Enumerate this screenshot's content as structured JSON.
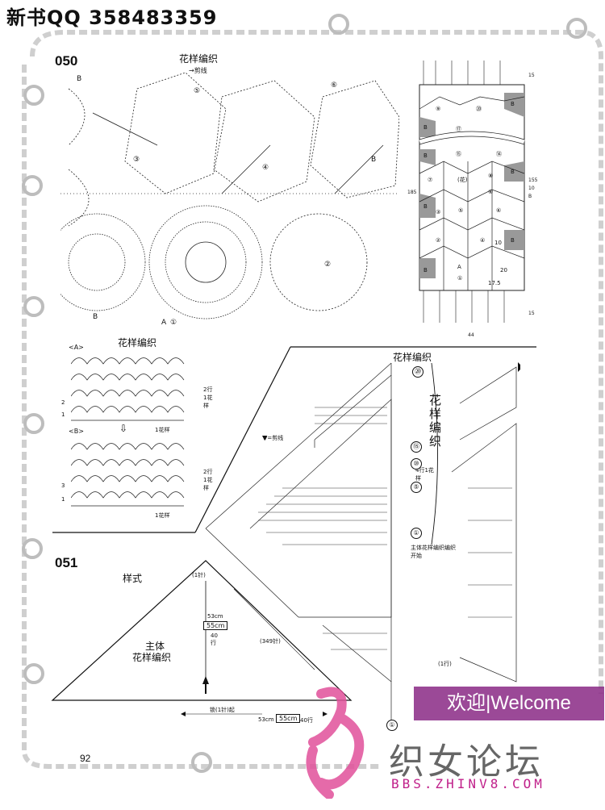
{
  "header": {
    "title": "新书QQ 358483359"
  },
  "page_number": "92",
  "section_050": {
    "number": "050",
    "pattern_title": "花样编织",
    "cut_line_note": "剪线",
    "motif_labels": [
      "B",
      "③",
      "④",
      "⑤",
      "⑥",
      "B",
      "B",
      "②",
      "A",
      "①"
    ],
    "stitch_chart_title": "花样编织",
    "chart_a_label": "<A>",
    "chart_b_label": "<B>",
    "repeat_note_a": "2行1花样",
    "repeat_note_b": "2行1花样",
    "one_pattern": "1花样",
    "row_marks": [
      "2",
      "1",
      "3",
      "1"
    ],
    "layout": {
      "cells": [
        "⑨",
        "⑳",
        "B",
        "B",
        "⑰",
        "B",
        "⑮",
        "⑭",
        "⑦",
        "(花)",
        "⑧",
        "⑥",
        "B",
        "B",
        "③",
        "⑤",
        "⑥",
        "②",
        "④",
        "10",
        "B",
        "A",
        "①",
        "20",
        "17.5",
        "B"
      ],
      "dim_top": "15",
      "dim_height_total": "185",
      "dim_right": "155",
      "dim_right_sub": "10",
      "dim_right_sub2": "B",
      "dim_bottom": "15",
      "dim_width": "44"
    }
  },
  "section_051": {
    "number": "051",
    "style_title": "样式",
    "body_label_1": "主体",
    "body_label_2": "花样编织",
    "top_note": "(1针)",
    "dim_53cm": "53cm",
    "dim_55cm": "55cm",
    "dim_40rows": "40行",
    "side_stitches": "(349针)",
    "start_note": "锁(1针)起",
    "bottom_53cm": "53cm",
    "bottom_55cm": "55cm",
    "bottom_40rows": "40行",
    "chart_title": "花样编织",
    "vertical_label": "花样编织",
    "cut_line_note": "剪线",
    "repeat_note": "4行1花样",
    "start_note_2": "主体花样编织编织开始",
    "row_labels": [
      "⑳",
      "⑮",
      "⑩",
      "⑤",
      "①"
    ],
    "one_row": "(1行)",
    "bottom_circle": "①"
  },
  "watermark": {
    "banner": "欢迎|Welcome",
    "forum_name": "织女论坛",
    "forum_url": "BBS.ZHINV8.COM"
  }
}
